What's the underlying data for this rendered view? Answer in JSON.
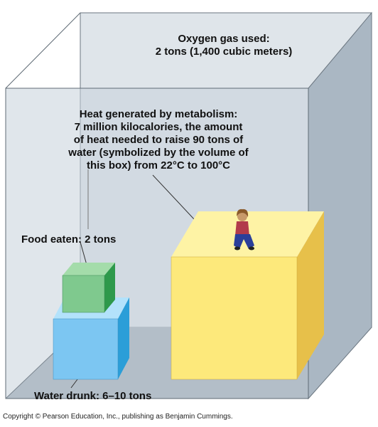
{
  "labels": {
    "oxygen_line1": "Oxygen gas used:",
    "oxygen_line2": "2 tons (1,400 cubic meters)",
    "heat_line1": "Heat generated by metabolism:",
    "heat_line2": "7 million kilocalories, the amount",
    "heat_line3": "of heat needed to raise 90 tons of",
    "heat_line4": "water (symbolized by the volume of",
    "heat_line5": "this box) from 22°C to 100°C",
    "food": "Food eaten: 2 tons",
    "water": "Water drunk: 6–10 tons"
  },
  "copyright": "Copyright © Pearson Education, Inc., publishing as Benjamin Cummings.",
  "colors": {
    "big_box_front": "#c9d3dc",
    "big_box_side": "#a9b6c2",
    "floor": "#9aa6b0",
    "heat_box_front": "#fde97a",
    "heat_box_top": "#fef3a4",
    "heat_box_side": "#e8c24a",
    "food_box_front": "#7fc98e",
    "food_box_top": "#a3dca9",
    "food_box_side": "#2f9a4c",
    "water_box_front": "#7cc6f2",
    "water_box_top": "#b2e1fa",
    "water_box_side": "#2f9fd8"
  }
}
